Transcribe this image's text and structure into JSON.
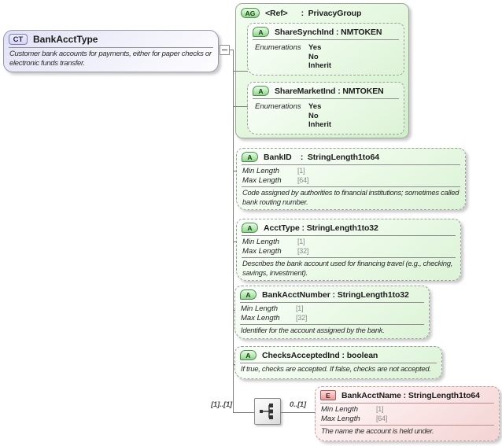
{
  "complex_type": {
    "badge": "CT",
    "name": "BankAcctType",
    "annotation": "Customer bank accounts for payments, either for paper checks or electronic funds transfer."
  },
  "attribute_group": {
    "badge": "AG",
    "title": "<Ref>      :  PrivacyGroup",
    "attributes": [
      {
        "badge": "A",
        "title": "ShareSynchInd : NMTOKEN",
        "facet_label": "Enumerations",
        "values": [
          "Yes",
          "No",
          "Inherit"
        ]
      },
      {
        "badge": "A",
        "title": "ShareMarketInd : NMTOKEN",
        "facet_label": "Enumerations",
        "values": [
          "Yes",
          "No",
          "Inherit"
        ]
      }
    ]
  },
  "attributes": [
    {
      "badge": "A",
      "title": "BankID    :  StringLength1to64",
      "facets": [
        {
          "label": "Min Length",
          "value": "[1]"
        },
        {
          "label": "Max Length",
          "value": "[64]"
        }
      ],
      "doc": "Code assigned by authorities to financial institutions; sometimes called bank routing number."
    },
    {
      "badge": "A",
      "title": "AcctType : StringLength1to32",
      "facets": [
        {
          "label": "Min Length",
          "value": "[1]"
        },
        {
          "label": "Max Length",
          "value": "[32]"
        }
      ],
      "doc": "Describes the bank account used for financing travel (e.g., checking, savings, investment)."
    },
    {
      "badge": "A",
      "title": "BankAcctNumber : StringLength1to32",
      "facets": [
        {
          "label": "Min Length",
          "value": "[1]"
        },
        {
          "label": "Max Length",
          "value": "[32]"
        }
      ],
      "doc": "Identifier for the account assigned by the bank."
    },
    {
      "badge": "A",
      "title": "ChecksAcceptedInd : boolean",
      "doc": "If true, checks are accepted. If false, checks are not accepted."
    }
  ],
  "element": {
    "badge": "E",
    "title": "BankAcctName : StringLength1to64",
    "facets": [
      {
        "label": "Min Length",
        "value": "[1]"
      },
      {
        "label": "Max Length",
        "value": "[64]"
      }
    ],
    "doc": "The name the account is held under."
  },
  "compositor": {
    "icon": "sequence-icon",
    "left_cardinality": "[1]..[1]",
    "right_cardinality": "0..[1]"
  },
  "colors": {
    "attribute_fill": "#e6f8e1",
    "attribute_group_fill": "#daf3d4",
    "element_fill": "#f6dcdc",
    "complex_type_fill": "#e1e1f6",
    "border_gray": "#9a9a9a",
    "connector": "#7e7e7e"
  }
}
